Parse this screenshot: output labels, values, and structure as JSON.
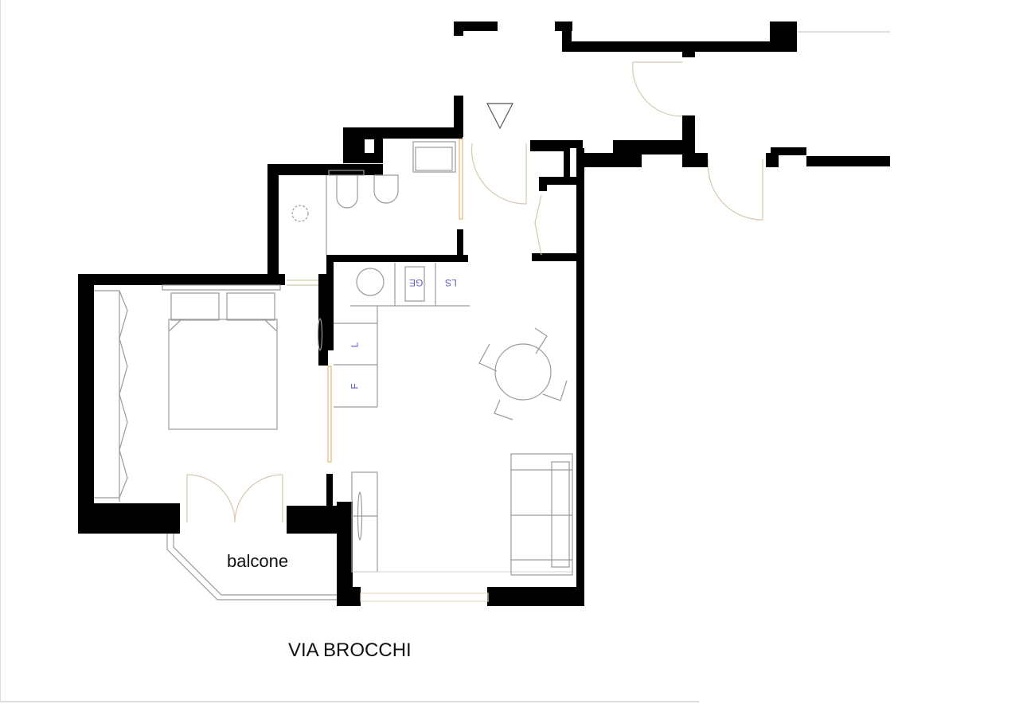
{
  "plan": {
    "rooms": [
      {
        "name": "balcone",
        "label": "balcone"
      },
      {
        "name": "bedroom",
        "label": ""
      },
      {
        "name": "bathroom",
        "label": ""
      },
      {
        "name": "living-kitchen",
        "label": ""
      }
    ],
    "street_label": "VIA BROCCHI",
    "appliance_labels": {
      "hob": "GE",
      "dishwasher": "LS",
      "washer": "L",
      "fridge": "F"
    },
    "colors": {
      "wall": "#000000",
      "furniture": "#9a9a9a",
      "door": "#d8c8b0",
      "appliance_text": "#5a5ac8"
    }
  }
}
